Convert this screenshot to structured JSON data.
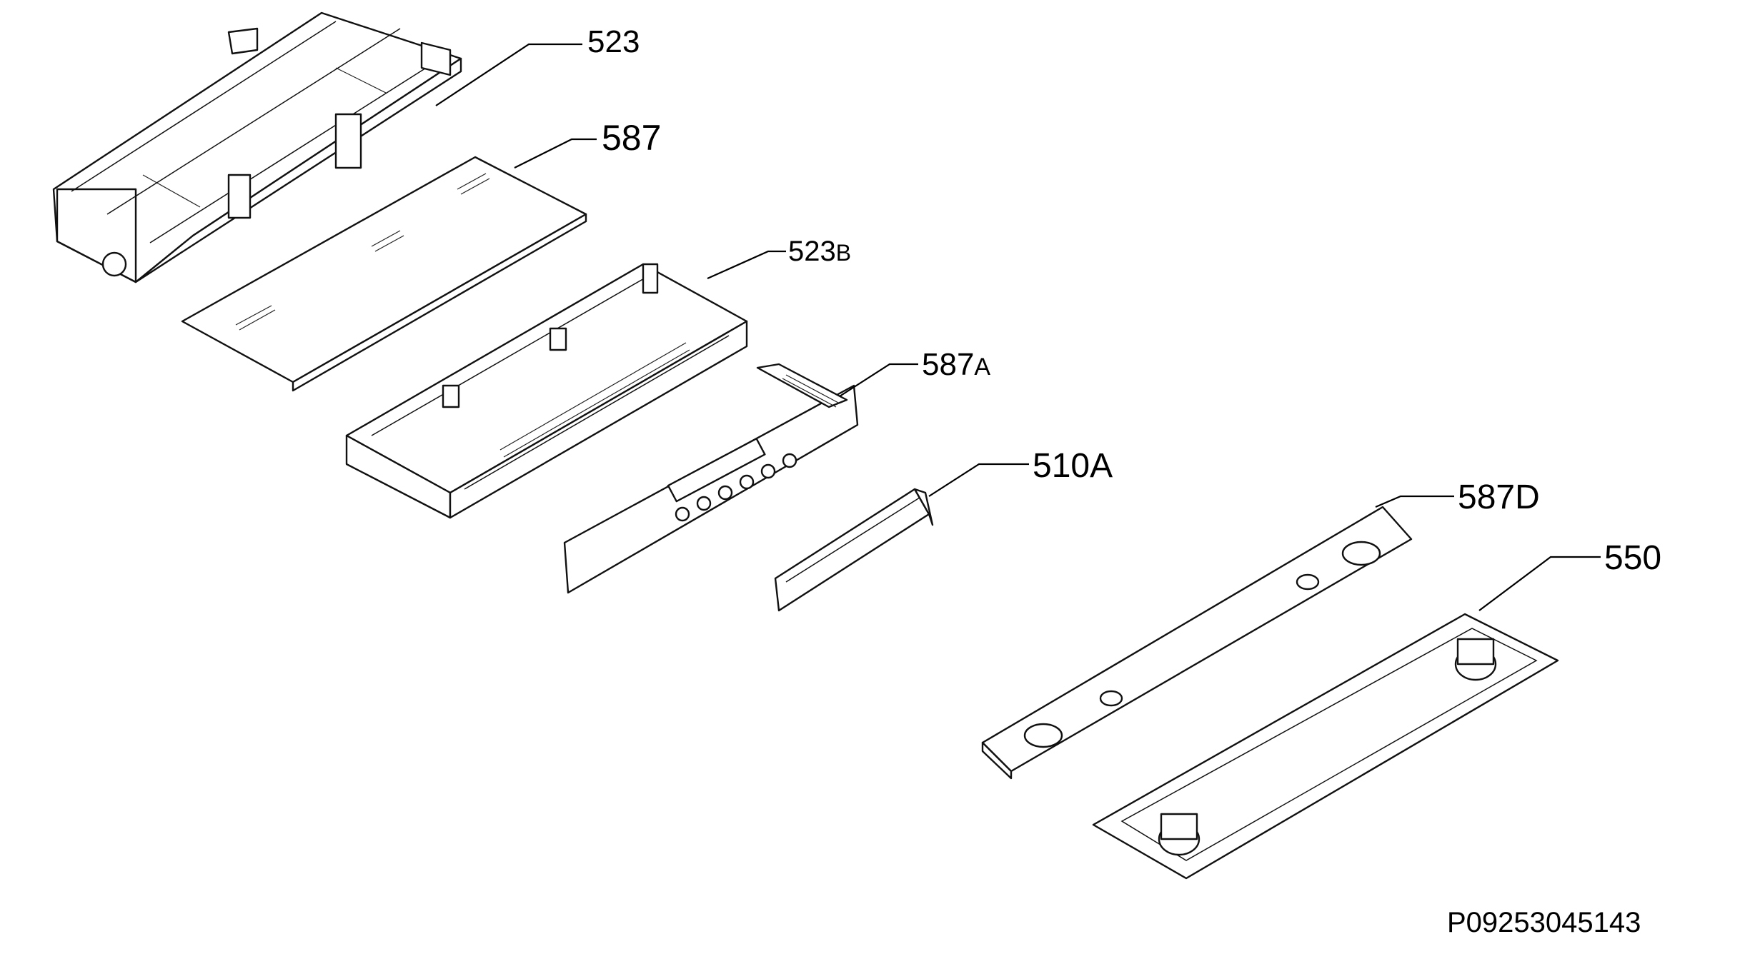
{
  "diagram": {
    "doc_code": "P09253045143",
    "callouts": [
      {
        "id": "523",
        "main": "523",
        "suffix": ""
      },
      {
        "id": "587",
        "main": "587",
        "suffix": ""
      },
      {
        "id": "523b",
        "main": "523",
        "suffix": "B"
      },
      {
        "id": "587a",
        "main": "587",
        "suffix": "A"
      },
      {
        "id": "510a",
        "main": "510A",
        "suffix": ""
      },
      {
        "id": "587d",
        "main": "587D",
        "suffix": ""
      },
      {
        "id": "550",
        "main": "550",
        "suffix": ""
      }
    ]
  }
}
